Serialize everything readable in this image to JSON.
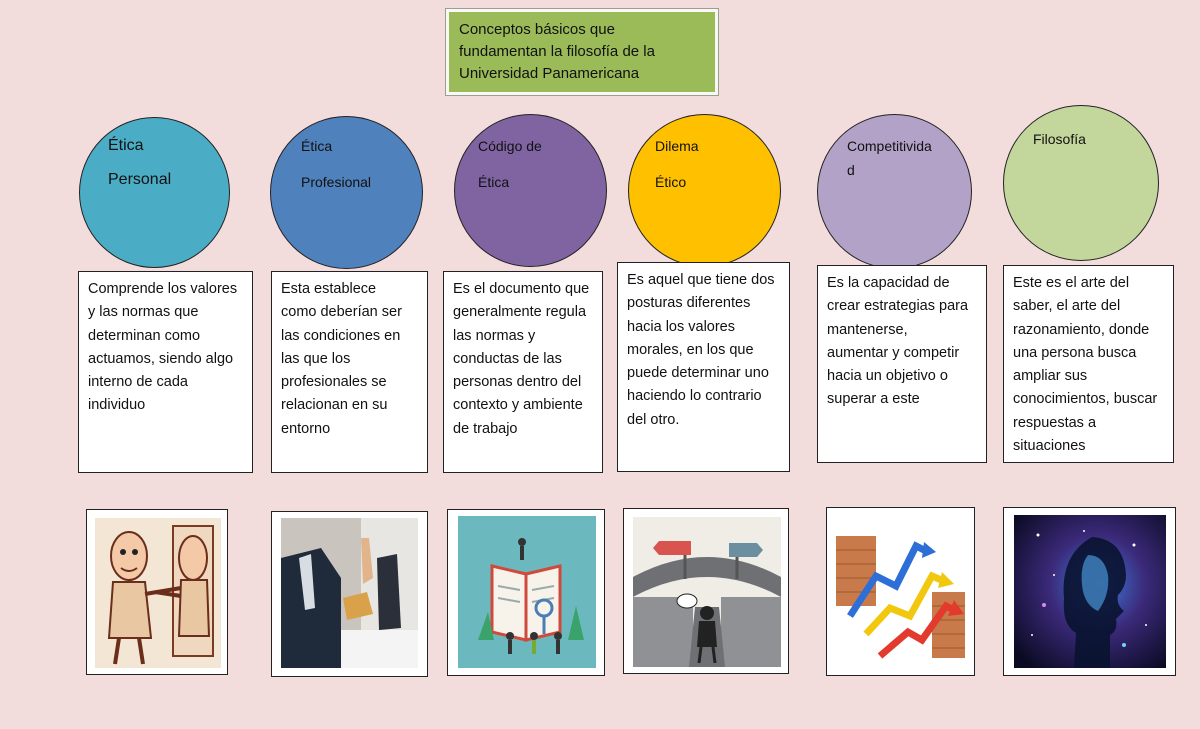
{
  "title": {
    "lines": [
      "Conceptos básicos que",
      "fundamentan la filosofía de la",
      "Universidad Panamericana"
    ]
  },
  "concepts": [
    {
      "id": "etica-personal",
      "circle_lines": [
        "Ética",
        "Personal"
      ],
      "circle_color": "#4bacc6",
      "desc_lines": [
        "Comprende los valores",
        "y las normas que",
        "determinan como",
        "actuamos, siendo algo",
        "interno de cada",
        "individuo"
      ],
      "image": "caricature-figure-pointing-at-mirror-reflection"
    },
    {
      "id": "etica-profesional",
      "circle_lines": [
        "Ética",
        "Profesional"
      ],
      "circle_color": "#4f81bd",
      "desc_lines": [
        "Esta establece",
        "como deberían ser",
        "las condiciones en",
        "las que los",
        "profesionales se",
        "relacionan en su",
        "entorno"
      ],
      "image": "businessman-refusing-envelope-photo"
    },
    {
      "id": "codigo-etica",
      "circle_lines": [
        "Código de",
        "Ética"
      ],
      "circle_color": "#8064a2",
      "desc_lines": [
        "Es el documento que",
        "generalmente regula",
        "las normas y",
        "conductas de las",
        "personas dentro del",
        "contexto y ambiente",
        "de trabajo"
      ],
      "image": "open-book-with-people-illustration"
    },
    {
      "id": "dilema-etico",
      "circle_lines": [
        "Dilema",
        "Ético"
      ],
      "circle_color": "#ffc000",
      "desc_lines": [
        "Es aquel que tiene dos",
        "posturas diferentes",
        "hacia los valores",
        "morales, en los que",
        "puede determinar uno",
        "haciendo lo contrario",
        "del otro."
      ],
      "image": "person-at-crossroads-illustration"
    },
    {
      "id": "competitividad",
      "circle_lines": [
        "Competitivida",
        "d"
      ],
      "circle_color": "#b2a2c7",
      "desc_lines": [
        "Es la capacidad de",
        "crear estrategias para",
        "mantenerse,",
        "aumentar y competir",
        "hacia un objetivo o",
        "superar a este"
      ],
      "image": "arrows-breaking-brick-wall"
    },
    {
      "id": "filosofia",
      "circle_lines": [
        "Filosofía"
      ],
      "circle_color": "#c3d69b",
      "desc_lines": [
        "Este es el arte del",
        "saber,  el arte del",
        "razonamiento, donde",
        "una persona busca",
        "ampliar sus",
        "conocimientos, buscar",
        "respuestas a",
        "situaciones"
      ],
      "image": "head-silhouette-with-cosmos"
    }
  ]
}
